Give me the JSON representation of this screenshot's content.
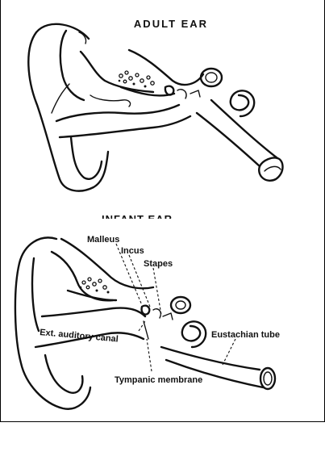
{
  "top_panel": {
    "title": "ADULT EAR"
  },
  "bottom_panel": {
    "title_partial": "INFANT EAR",
    "labels": {
      "malleus": "Malleus",
      "incus": "Incus",
      "stapes": "Stapes",
      "ext_canal": "Ext. auditory canal",
      "eustachian": "Eustachian tube",
      "tympanic": "Tympanic membrane"
    }
  }
}
